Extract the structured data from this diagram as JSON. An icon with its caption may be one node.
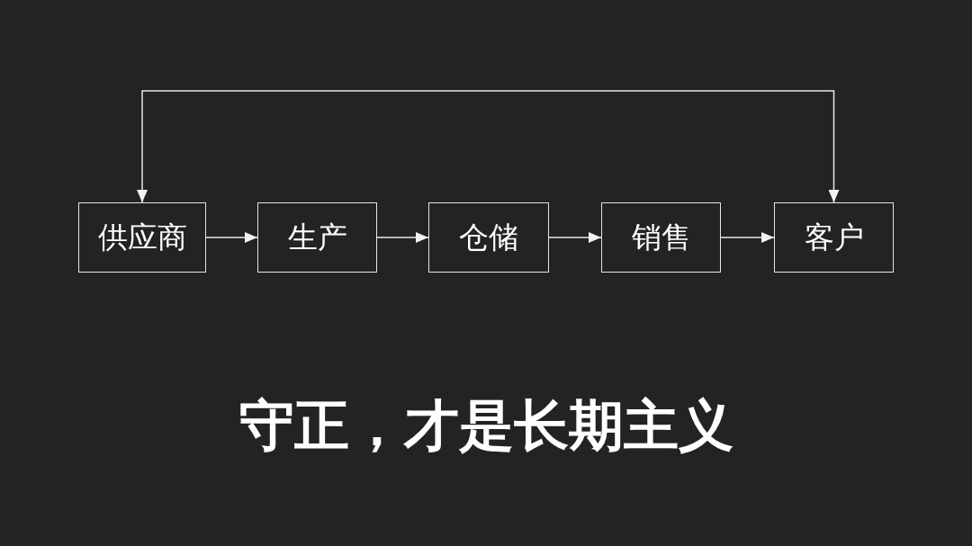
{
  "diagram": {
    "caption": "守正，才是长期主义",
    "nodes": [
      {
        "text": [
          "供应商"
        ]
      },
      {
        "text": [
          "生产"
        ]
      },
      {
        "text": [
          "仓储"
        ]
      },
      {
        "text": [
          "销售"
        ]
      },
      {
        "text": [
          "客户"
        ]
      }
    ],
    "edges": [
      {
        "from": 0,
        "to": 1,
        "arrow": "to"
      },
      {
        "from": 1,
        "to": 2,
        "arrow": "to"
      },
      {
        "from": 2,
        "to": 3,
        "arrow": "to"
      },
      {
        "from": 3,
        "to": 4,
        "arrow": "to"
      },
      {
        "from": 4,
        "to": 0,
        "arrow": "both"
      }
    ]
  }
}
